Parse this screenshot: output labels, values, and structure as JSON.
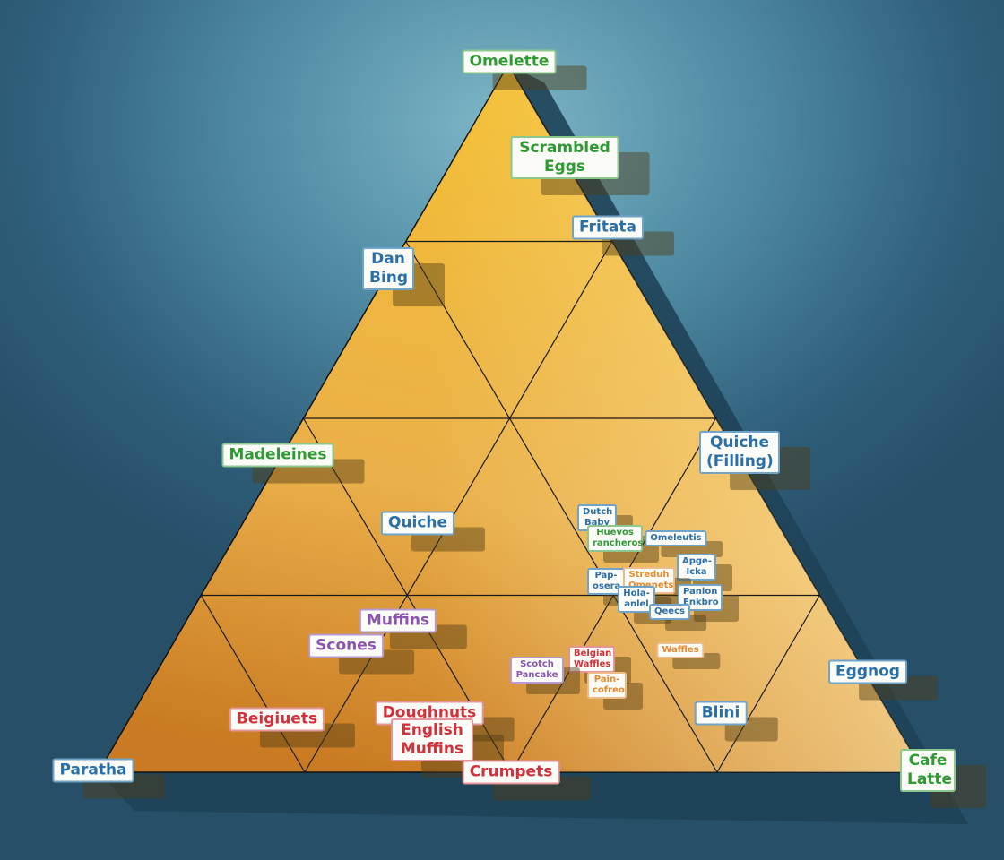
{
  "colors": {
    "background": "#2f5f7a",
    "triangle_top": "#f3bd33",
    "triangle_bottom_left": "#c9781f",
    "triangle_right": "#f0d98a",
    "grid": "#1a1a1a"
  },
  "labels": [
    {
      "text": "Omelette",
      "color": "green"
    },
    {
      "text": "Scrambled Eggs",
      "color": "green"
    },
    {
      "text": "Fritata",
      "color": "blue"
    },
    {
      "text": "Dan Bing",
      "color": "blue"
    },
    {
      "text": "Madeleines",
      "color": "green"
    },
    {
      "text": "Quiche (Filling)",
      "color": "blue"
    },
    {
      "text": "Quiche",
      "color": "blue"
    },
    {
      "text": "Muffins",
      "color": "purple"
    },
    {
      "text": "Scones",
      "color": "purple"
    },
    {
      "text": "Beigiuets",
      "color": "red"
    },
    {
      "text": "Doughnuts",
      "color": "red"
    },
    {
      "text": "English Muffins",
      "color": "red"
    },
    {
      "text": "Crumpets",
      "color": "red"
    },
    {
      "text": "Paratha",
      "color": "blue"
    },
    {
      "text": "Eggnog",
      "color": "blue"
    },
    {
      "text": "Blini",
      "color": "blue"
    },
    {
      "text": "Cafe Latte",
      "color": "green"
    },
    {
      "text": "Dutch Baby",
      "color": "blue"
    },
    {
      "text": "Huevos rancheros",
      "color": "green"
    },
    {
      "text": "Omeleutis",
      "color": "blue"
    },
    {
      "text": "Apge-Icka",
      "color": "blue"
    },
    {
      "text": "Pap-osera",
      "color": "blue"
    },
    {
      "text": "Streduh Omenets",
      "color": "orange"
    },
    {
      "text": "Hola-anlel",
      "color": "blue"
    },
    {
      "text": "Panion Enkbro",
      "color": "blue"
    },
    {
      "text": "Qeecs",
      "color": "blue"
    },
    {
      "text": "Waffles",
      "color": "orange"
    },
    {
      "text": "Belgian Waffles",
      "color": "red"
    },
    {
      "text": "Scotch Pancake",
      "color": "purple"
    },
    {
      "text": "Pain-cofreo",
      "color": "orange"
    }
  ]
}
